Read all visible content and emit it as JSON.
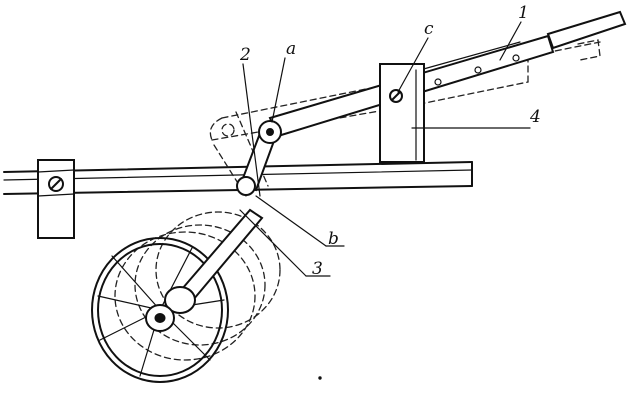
{
  "labels": {
    "one": "1",
    "two": "2",
    "three": "3",
    "four": "4",
    "a": "a",
    "b": "b",
    "c": "c"
  }
}
